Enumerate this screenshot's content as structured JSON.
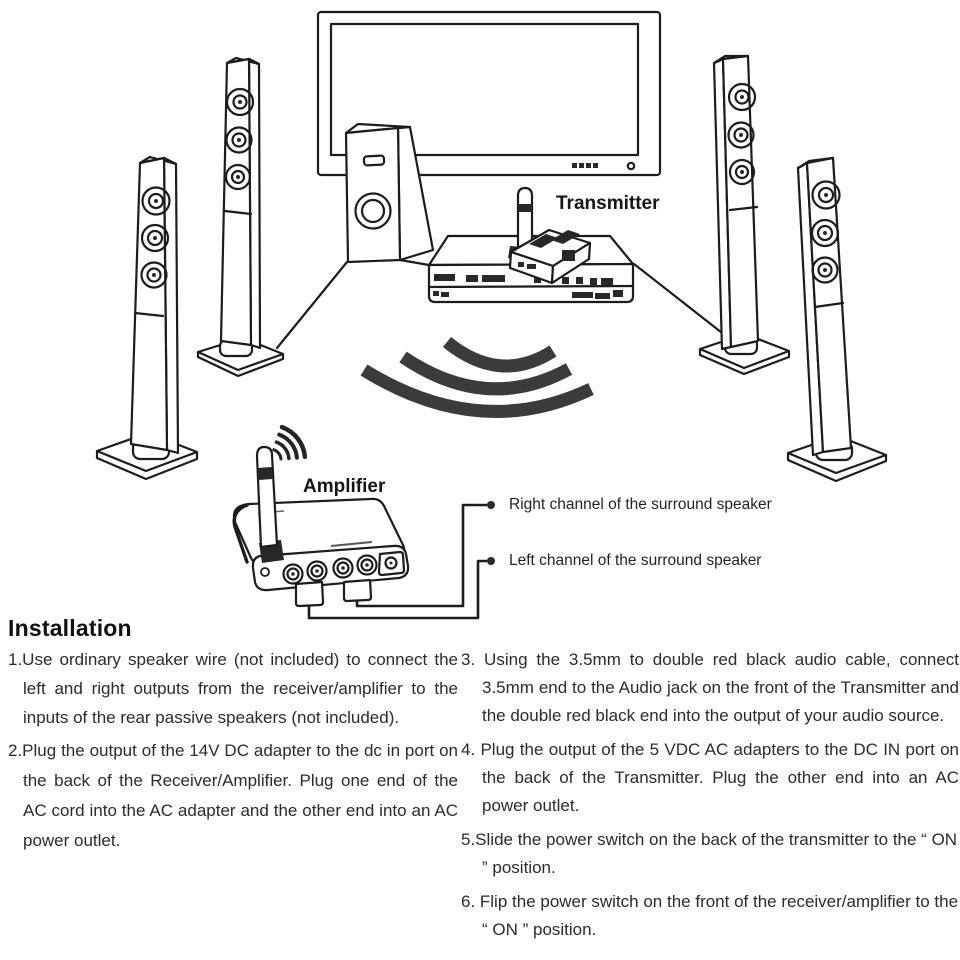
{
  "colors": {
    "background": "#ffffff",
    "line_art": "#1c1c1c",
    "signal_arcs": "#3b3b3b",
    "body_text": "#2b2b2b"
  },
  "diagram": {
    "labels": {
      "transmitter": "Transmitter",
      "amplifier": "Amplifier",
      "right_channel": "Right channel of the surround speaker",
      "left_channel": "Left channel of the surround speaker"
    },
    "devices": {
      "tv": "flat-screen-tv",
      "subwoofer": "subwoofer",
      "tower_speakers": "four-tower-speakers",
      "dvd_player": "source-player",
      "transmitter": "wireless-transmitter",
      "amplifier": "wireless-amplifier",
      "wifi": "wireless-signal-arcs"
    }
  },
  "installation": {
    "heading": "Installation",
    "left_items": [
      "1.Use ordinary speaker wire (not included) to connect the left and right outputs from the receiver/amplifier to the inputs of the rear passive speakers (not included).",
      "2.Plug the output of the 14V DC adapter to the dc in port on the back of the Receiver/Amplifier. Plug one end of the AC cord into the AC adapter and the other end into an AC power outlet."
    ],
    "right_items": [
      "3. Using the 3.5mm to double red black audio cable, connect 3.5mm end to the Audio jack on the front of the Transmitter and the double red black end into the output of your audio source.",
      "4. Plug the output of the 5 VDC AC adapters to the DC IN port on the back of the Transmitter. Plug the other end into an AC power outlet.",
      "5.Slide the power switch on the back of the transmitter to the “ ON ” position.",
      "6. Flip the power switch on the front of the receiver/amplifier to the “ ON ” position."
    ]
  }
}
